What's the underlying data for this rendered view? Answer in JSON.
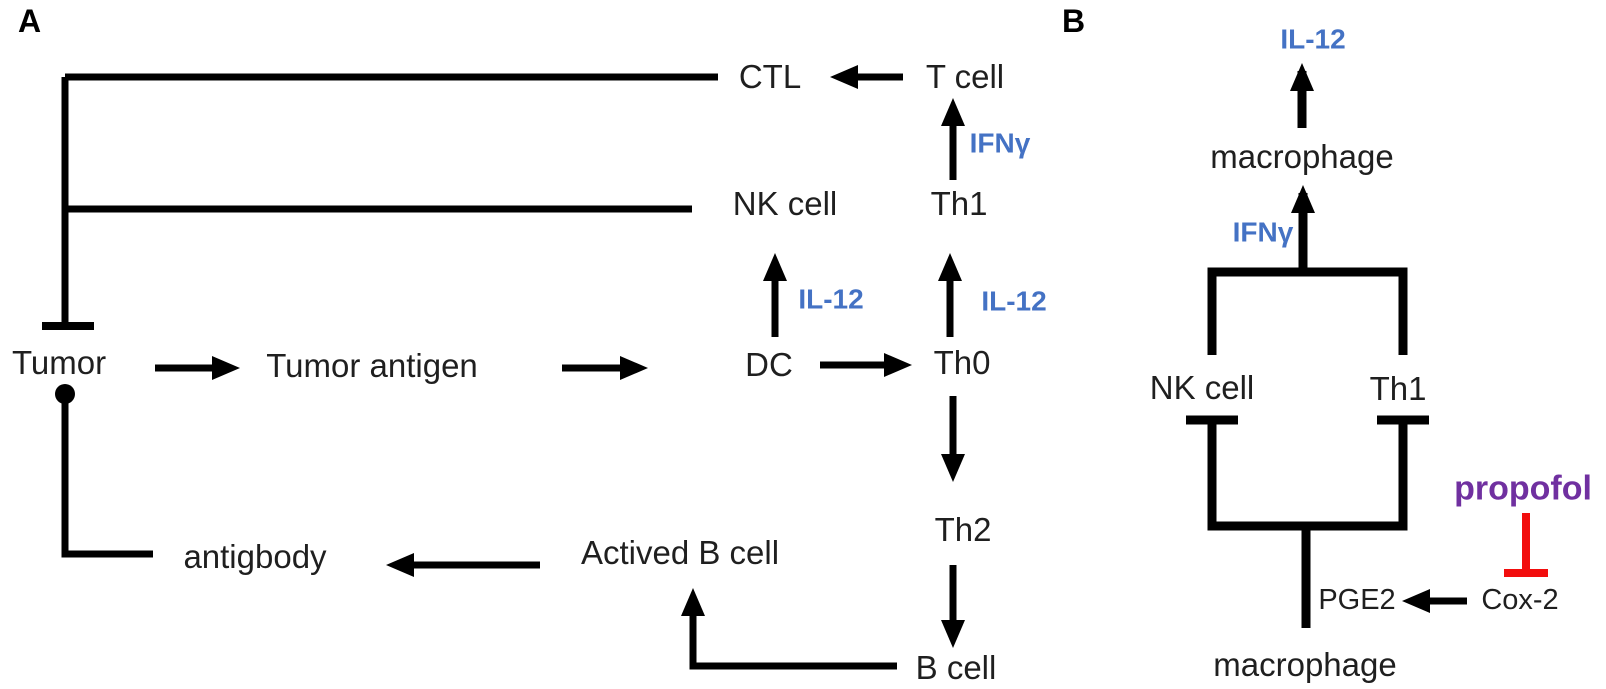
{
  "panel_a": {
    "label": "A",
    "nodes": {
      "ctl": "CTL",
      "t_cell": "T cell",
      "nk_cell": "NK cell",
      "th1": "Th1",
      "dc": "DC",
      "th0": "Th0",
      "tumor": "Tumor",
      "tumor_antigen": "Tumor antigen",
      "antibody": "antigbody",
      "activated_b_cell": "Actived B cell",
      "th2": "Th2",
      "b_cell": "B cell"
    },
    "cytokines": {
      "ifn_gamma": "IFNγ",
      "il12_nk": "IL-12",
      "il12_th": "IL-12"
    }
  },
  "panel_b": {
    "label": "B",
    "nodes": {
      "il12": "IL-12",
      "macrophage_top": "macrophage",
      "ifn_gamma": "IFNγ",
      "nk_cell": "NK cell",
      "th1": "Th1",
      "propofol": "propofol",
      "pge2": "PGE2",
      "cox2": "Cox-2",
      "macrophage_bottom": "macrophage"
    }
  },
  "colors": {
    "cytokine_blue": "#4472C4",
    "propofol_purple": "#7030A0",
    "inhibition_red": "#F20D0D",
    "line_black": "#000000",
    "text_color": "#1F1F1F"
  }
}
